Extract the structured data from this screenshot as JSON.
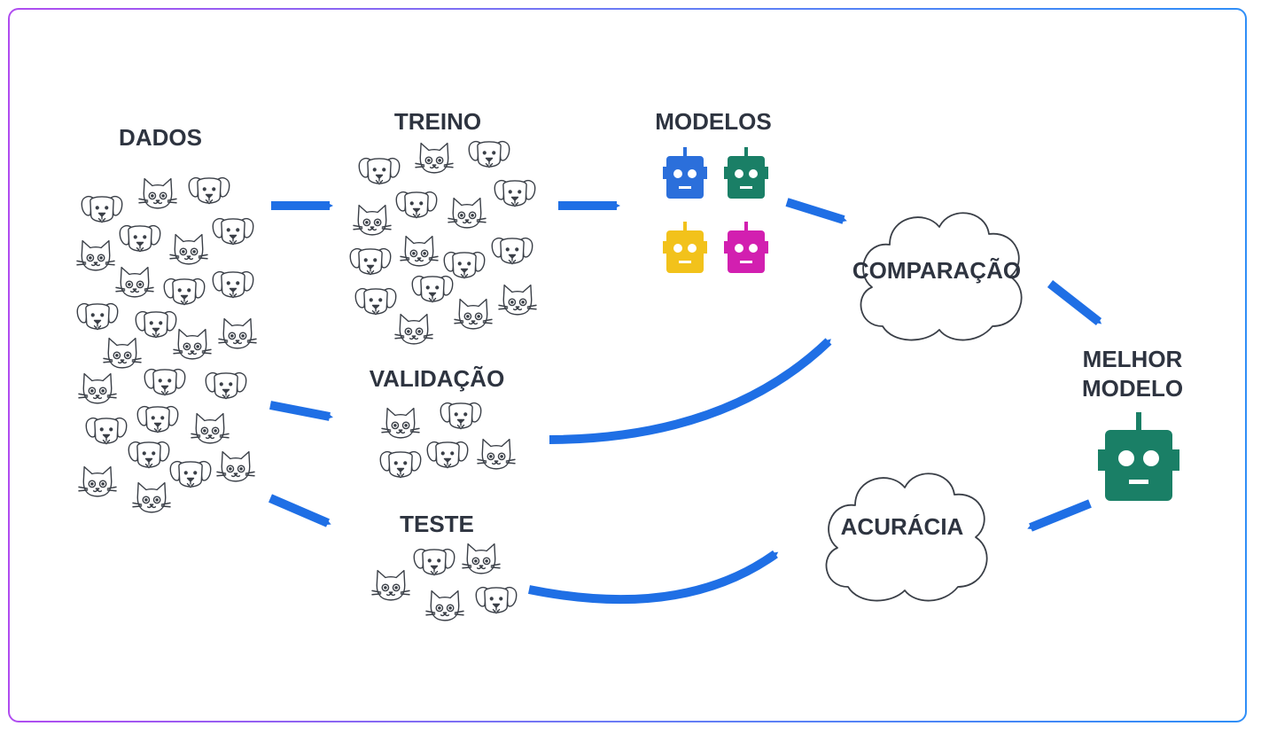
{
  "labels": {
    "dados": "DADOS",
    "treino": "TREINO",
    "modelos": "MODELOS",
    "validacao": "VALIDAÇÃO",
    "teste": "TESTE",
    "comparacao": "COMPARAÇÃO",
    "melhor_line1": "MELHOR",
    "melhor_line2": "MODELO",
    "acuracia": "ACURÁCIA"
  },
  "colors": {
    "arrow": "#1f6fe5",
    "label": "#2e3440",
    "icon_stroke": "#3a3f47",
    "robot_blue": "#2b6fdb",
    "robot_green": "#1a7f66",
    "robot_yellow": "#f2c21b",
    "robot_magenta": "#d21fb0",
    "robot_best": "#1a7f66"
  },
  "icons": [
    "dog-icon",
    "cat-icon",
    "robot-icon",
    "cloud-icon",
    "arrow-icon"
  ]
}
